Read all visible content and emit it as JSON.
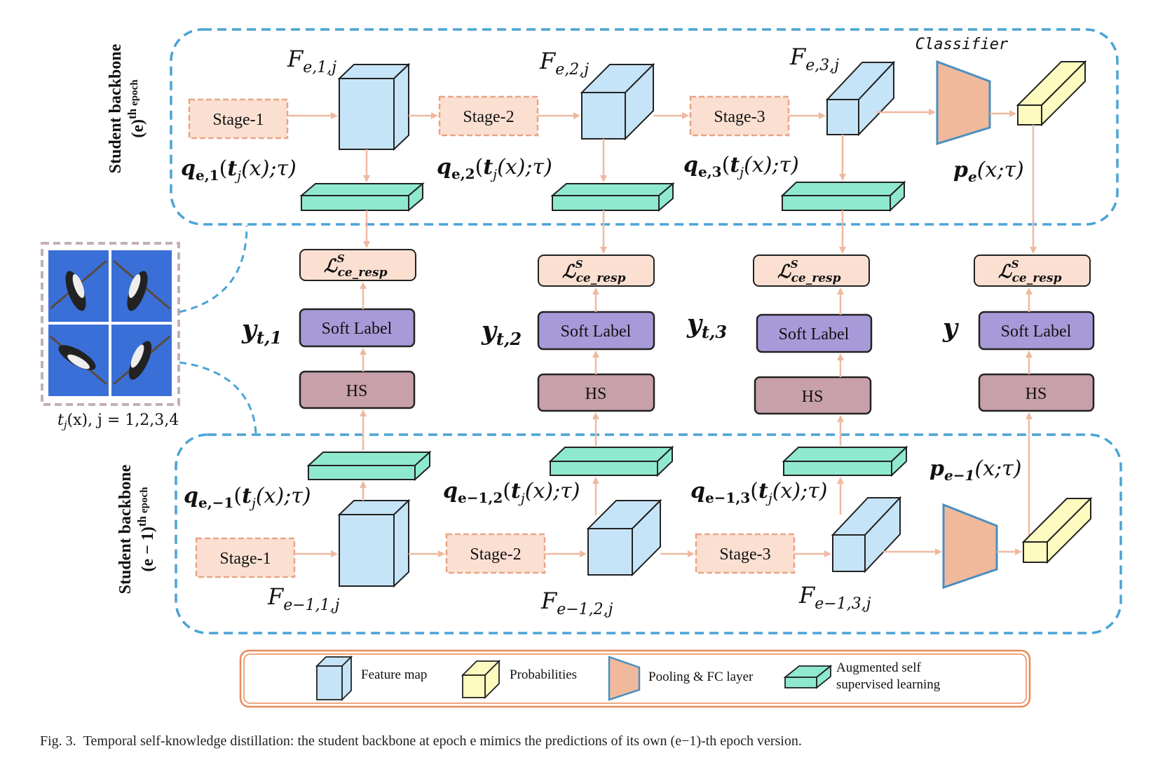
{
  "panels": {
    "top_label_line1": "Student backbone",
    "top_label_line2": "(e)",
    "top_label_sup": "th",
    "top_label_sub": "epoch",
    "bottom_label_line1": "Student backbone",
    "bottom_label_line2": "(e − 1)",
    "bottom_label_sup": "th",
    "bottom_label_sub": "epoch"
  },
  "stages": {
    "top": [
      "Stage-1",
      "Stage-2",
      "Stage-3"
    ],
    "bottom": [
      "Stage-1",
      "Stage-2",
      "Stage-3"
    ]
  },
  "classifier_label": "Classifier",
  "feature_labels": {
    "top": [
      {
        "base": "F",
        "sub": "e,1,j"
      },
      {
        "base": "F",
        "sub": "e,2,j"
      },
      {
        "base": "F",
        "sub": "e,3,j"
      }
    ],
    "bottom": [
      {
        "base": "F",
        "sub": "e−1,1,j"
      },
      {
        "base": "F",
        "sub": "e−1,2,j"
      },
      {
        "base": "F",
        "sub": "e−1,3,j"
      }
    ]
  },
  "q_labels": {
    "top": [
      {
        "base": "q",
        "sub": "e,1",
        "arg_open": "(",
        "t": "t",
        "t_sub": "j",
        "arg_rest": "(x);τ)"
      },
      {
        "base": "q",
        "sub": "e,2",
        "arg_open": "(",
        "t": "t",
        "t_sub": "j",
        "arg_rest": "(x);τ)"
      },
      {
        "base": "q",
        "sub": "e,3",
        "arg_open": "(",
        "t": "t",
        "t_sub": "j",
        "arg_rest": "(x);τ)"
      }
    ],
    "bottom": [
      {
        "base": "q",
        "sub": "e,−1",
        "arg_open": "(",
        "t": "t",
        "t_sub": "j",
        "arg_rest": "(x);τ)"
      },
      {
        "base": "q",
        "sub": "e−1,2",
        "arg_open": "(",
        "t": "t",
        "t_sub": "j",
        "arg_rest": "(x);τ)"
      },
      {
        "base": "q",
        "sub": "e−1,3",
        "arg_open": "(",
        "t": "t",
        "t_sub": "j",
        "arg_rest": "(x);τ)"
      }
    ]
  },
  "p_labels": {
    "top": {
      "base": "p",
      "sub": "e",
      "arg": "(x;τ)"
    },
    "bottom": {
      "base": "p",
      "sub": "e−1",
      "arg": "(x;τ)"
    }
  },
  "loss": {
    "base": "ℒ",
    "sup": "S",
    "sub": "ce_resp"
  },
  "soft_label": "Soft Label",
  "hs_label": "HS",
  "y_labels": [
    {
      "base": "y",
      "sub": "t,1"
    },
    {
      "base": "y",
      "sub": "t,2"
    },
    {
      "base": "y",
      "sub": "t,3"
    },
    {
      "base": "y",
      "sub": ""
    }
  ],
  "augment_label": {
    "text": "t",
    "sub": "j",
    "rest": "(x), j = 1,2,3,4"
  },
  "legend": {
    "feature_map": "Feature map",
    "probabilities": "Probabilities",
    "pooling": "Pooling & FC layer",
    "augmented_line1": "Augmented self",
    "augmented_line2": "supervised learning"
  },
  "caption": {
    "prefix": "Fig. 3.",
    "text": "Temporal self-knowledge distillation: the student backbone at epoch e mimics the predictions of its own (e−1)-th epoch version."
  },
  "colors": {
    "panel_border": "#4aa3d6",
    "stage_fill": "#fbe0d2",
    "stage_border": "#e9a585",
    "feature_fill": "#c6e4f7",
    "ssl_fill": "#8fe9cf",
    "prob_fill": "#fdfbbf",
    "pool_fill": "#f1b99c",
    "pool_border": "#4a8fbf",
    "loss_fill": "#fbe0d2",
    "soft_fill": "#a89ad8",
    "hs_fill": "#c7a0a9",
    "arrow": "#efb9a0",
    "legend_border": "#e98a5c"
  }
}
